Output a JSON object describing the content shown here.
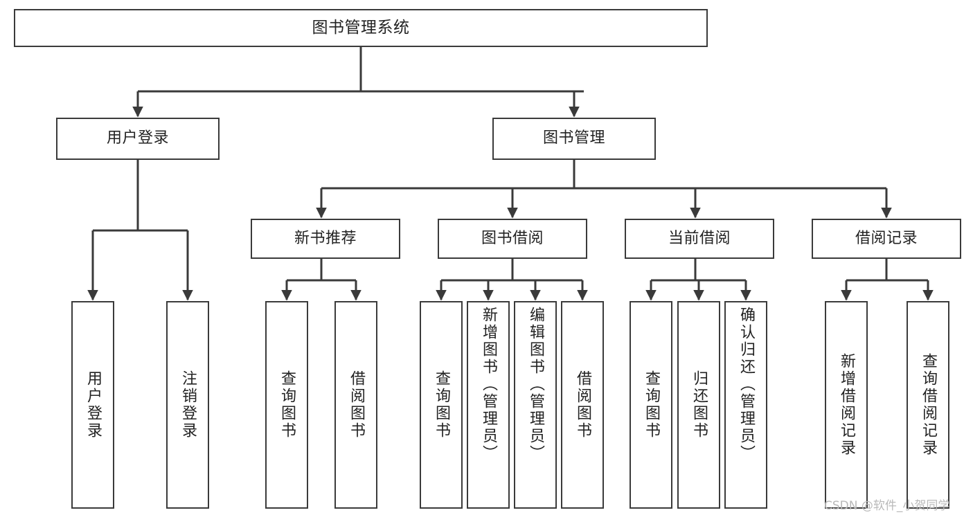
{
  "diagram": {
    "title": "图书管理系统",
    "watermark": "CSDN @软件_小贺同学",
    "colors": {
      "stroke": "#3a3a3a",
      "text": "#222222",
      "background": "#ffffff",
      "watermark": "#b9b9b9"
    },
    "levels": {
      "root": {
        "label": "图书管理系统"
      },
      "level2": [
        {
          "label": "用户登录"
        },
        {
          "label": "图书管理"
        }
      ],
      "level3": [
        {
          "label": "新书推荐"
        },
        {
          "label": "图书借阅"
        },
        {
          "label": "当前借阅"
        },
        {
          "label": "借阅记录"
        }
      ],
      "leaves": {
        "user_login": [
          {
            "label": "用户登录"
          },
          {
            "label": "注销登录"
          }
        ],
        "new_book_recommend": [
          {
            "label": "查询图书"
          },
          {
            "label": "借阅图书"
          }
        ],
        "book_borrow": [
          {
            "label": "查询图书"
          },
          {
            "label": "新增图书（管理员）"
          },
          {
            "label": "编辑图书（管理员）"
          },
          {
            "label": "借阅图书"
          }
        ],
        "current_borrow": [
          {
            "label": "查询图书"
          },
          {
            "label": "归还图书"
          },
          {
            "label": "确认归还（管理员）"
          }
        ],
        "borrow_record": [
          {
            "label": "新增借阅记录"
          },
          {
            "label": "查询借阅记录"
          }
        ]
      }
    }
  }
}
